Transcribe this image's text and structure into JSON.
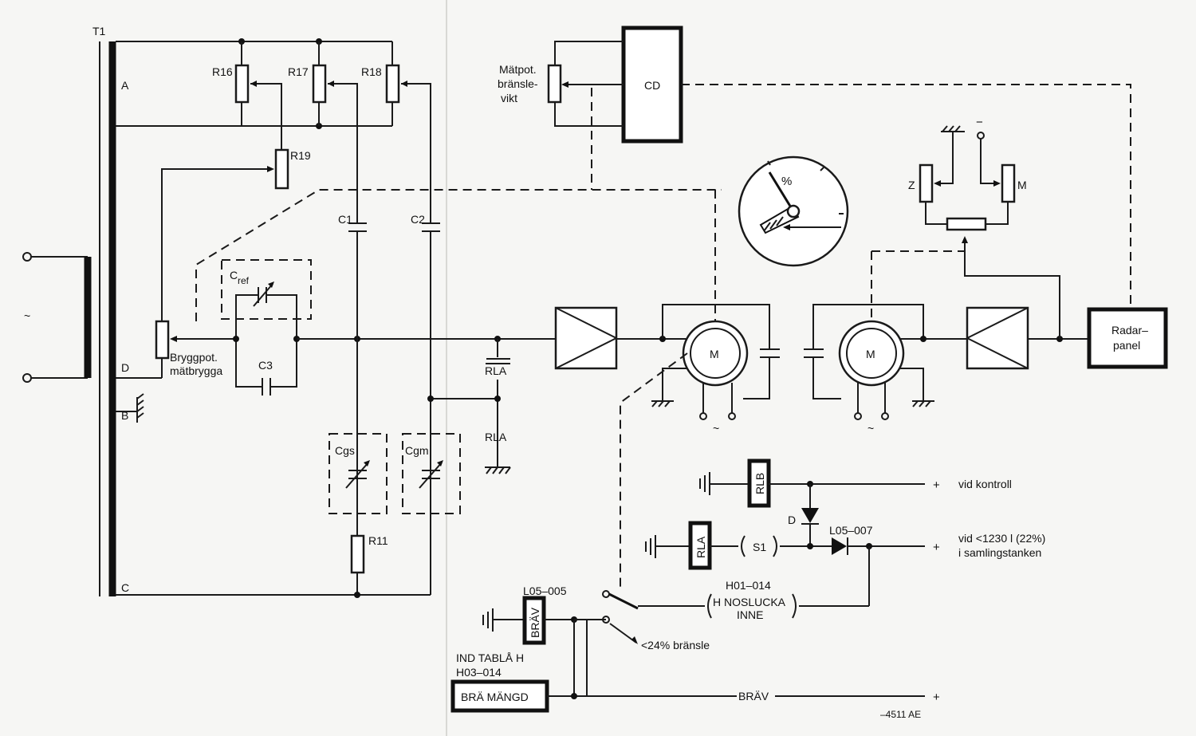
{
  "labels": {
    "t1": "T1",
    "a": "A",
    "b": "B",
    "c": "C",
    "d": "D",
    "tilde": "~",
    "r16": "R16",
    "r17": "R17",
    "r18": "R18",
    "r19": "R19",
    "c1": "C1",
    "c2": "C2",
    "cref_c": "C",
    "cref_sub": "ref",
    "c3": "C3",
    "cgs": "Cgs",
    "cgm": "Cgm",
    "r11": "R11",
    "bryggpot_1": "Bryggpot.",
    "bryggpot_2": "mätbrygga",
    "rla_bar": "RLA",
    "rla": "RLA",
    "matpot_1": "Mätpot.",
    "matpot_2": "bränsle-",
    "matpot_3": "vikt",
    "cd": "CD",
    "gauge_unit": "%",
    "motor_1": "M",
    "motor_2": "M",
    "ac_1": "~",
    "ac_2": "~",
    "z": "Z",
    "m": "M",
    "minus": "−",
    "radar_1": "Radar–",
    "radar_2": "panel",
    "rlb": "RLB",
    "rla_coil": "RLA",
    "plus_1": "+",
    "plus_2": "+",
    "plus_3": "+",
    "vid_kontroll": "vid kontroll",
    "diode_d": "D",
    "l05_007": "L05–007",
    "s1": "S1",
    "vid_1230": "vid <1230 l (22%)",
    "samlingstanken": "i samlingstanken",
    "h01_014": "H01–014",
    "h_noslucka": "H  NOSLUCKA",
    "inne": "INNE",
    "l05_005": "L05–005",
    "brav_coil": "BRÄV",
    "bransle_24": "<24% bränsle",
    "ind_tabla": "IND TABLÅ H",
    "h03_014": "H03–014",
    "bra_mangd": "BRÄ MÄNGD",
    "brav_line": "BRÄV",
    "ref_code": "–4511 AE"
  }
}
